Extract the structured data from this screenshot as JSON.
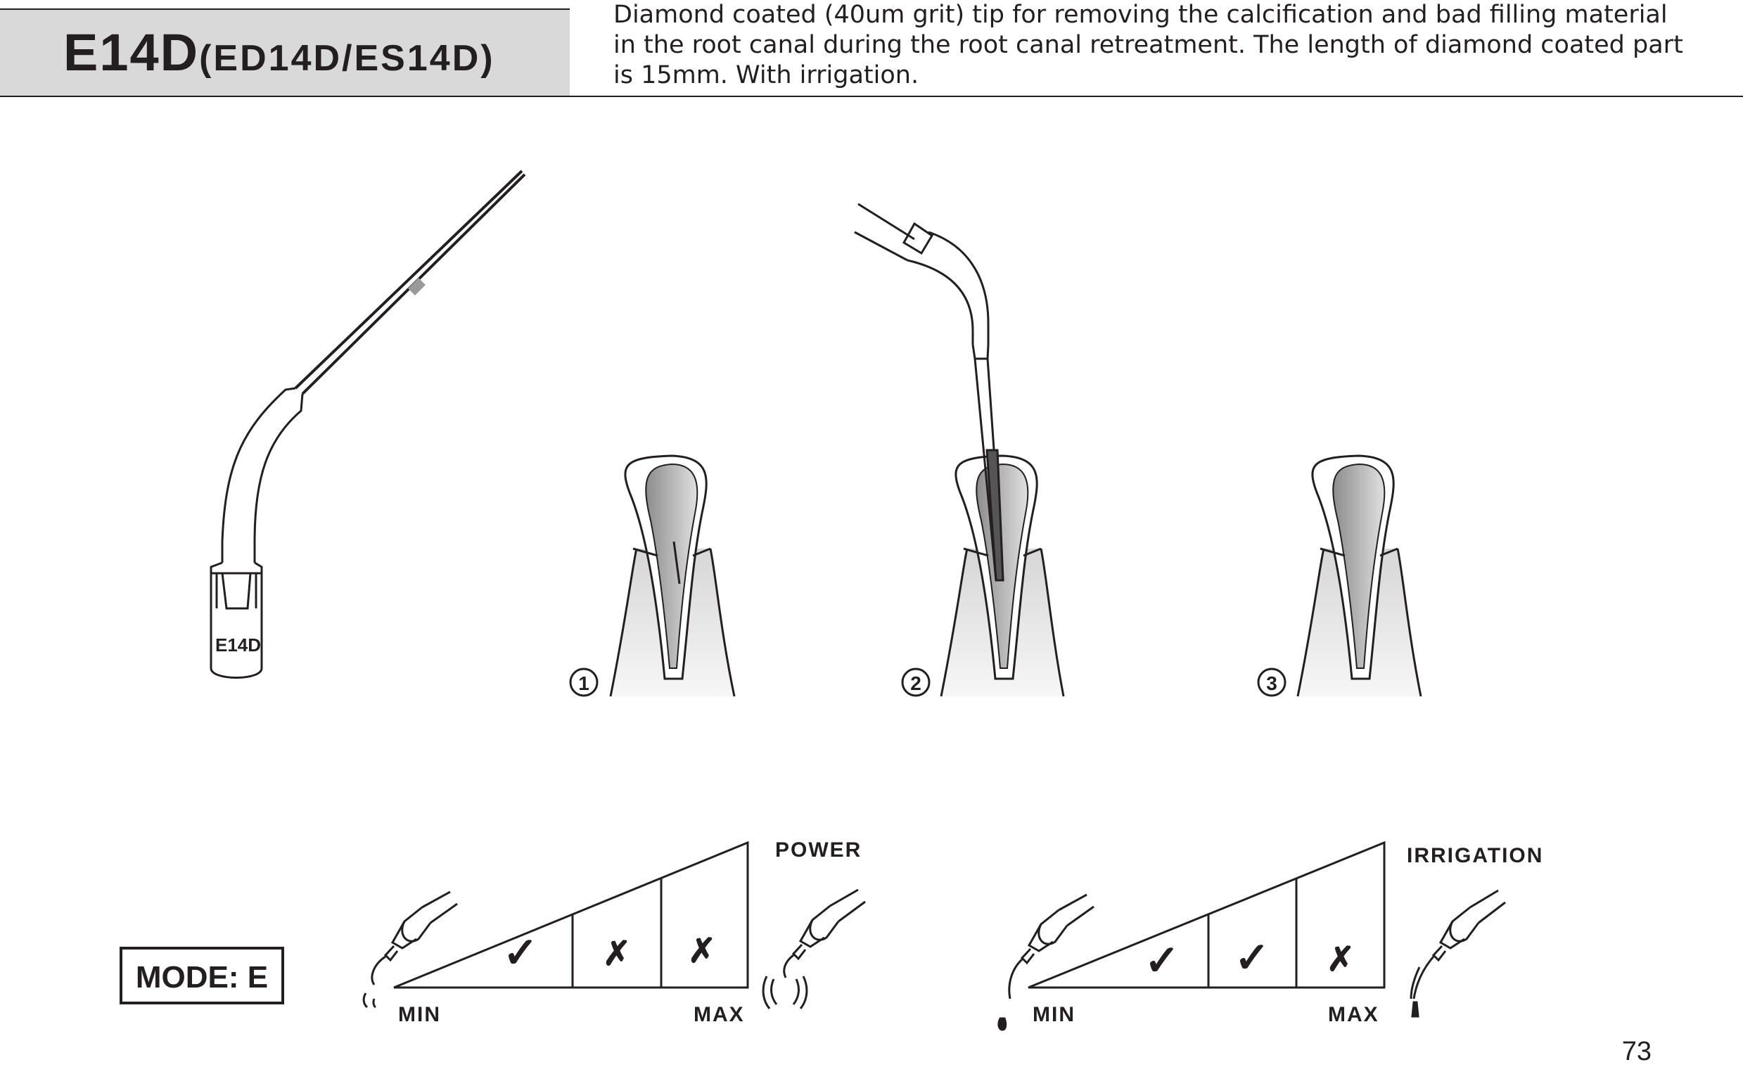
{
  "header": {
    "code": "E14D",
    "variants": "(ED14D/ES14D)",
    "description_lines": [
      "Diamond coated (40um grit) tip for removing the calcification and bad filling material",
      "in the root canal during the root canal retreatment. The length of diamond coated part",
      "is 15mm. With irrigation."
    ]
  },
  "tip": {
    "label": "E14D"
  },
  "steps": [
    {
      "number": "1"
    },
    {
      "number": "2"
    },
    {
      "number": "3"
    }
  ],
  "mode": {
    "label": "MODE: E"
  },
  "power": {
    "title": "POWER",
    "min_label": "MIN",
    "max_label": "MAX",
    "marks": [
      "✓",
      "✗",
      "✗"
    ]
  },
  "irrigation": {
    "title": "IRRIGATION",
    "min_label": "MIN",
    "max_label": "MAX",
    "marks": [
      "✓",
      "✓",
      "✗"
    ]
  },
  "page": {
    "number": "73"
  }
}
